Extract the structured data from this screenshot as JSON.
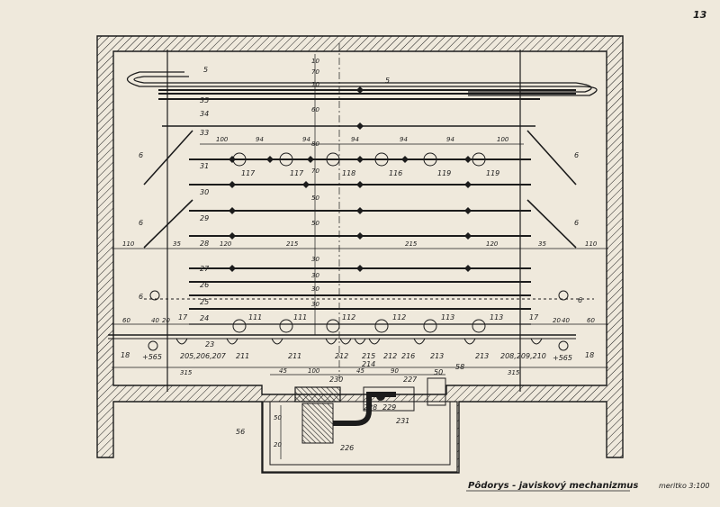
{
  "sheet": {
    "page_number": "13",
    "caption": "Pôdorys - javiskový mechanizmus",
    "scale": "meritko 3:100"
  },
  "colors": {
    "paper": "#efe9dc",
    "ink": "#1c1c1c"
  },
  "labels": {
    "l5": "5",
    "l35": "35",
    "l34": "34",
    "l33": "33",
    "l31": "31",
    "l30": "30",
    "l29": "29",
    "l28": "28",
    "l27": "27",
    "l26": "26",
    "l25": "25",
    "l24": "24",
    "l23": "23",
    "l17a": "17",
    "l17b": "17",
    "l6a": "6",
    "l6b": "6",
    "l6c": "6",
    "l6d": "6",
    "l6e": "6",
    "l6f": "6",
    "l18a": "18",
    "l18b": "18",
    "l565a": "+565",
    "l565b": "+565",
    "l56": "56",
    "l58": "58",
    "l50": "50",
    "l226": "226",
    "l227": "227",
    "l228": "228",
    "l229": "229",
    "l230": "230",
    "l231": "231",
    "l205": "205,206,207",
    "l208": "208,209,210",
    "l211a": "211",
    "l211b": "211",
    "l212a": "212",
    "l212b": "212",
    "l213a": "213",
    "l213b": "213",
    "l214": "214",
    "l215": "215",
    "l216": "216",
    "l117a": "117",
    "l117b": "117",
    "l118": "118",
    "l116": "116",
    "l119a": "119",
    "l119b": "119",
    "l111a": "111",
    "l111b": "111",
    "l112a": "112",
    "l112b": "112",
    "l113a": "113",
    "l113b": "113"
  },
  "dimensions": {
    "d100a": "100",
    "d94a": "94",
    "d94b": "94",
    "d94c": "94",
    "d94d": "94",
    "d94e": "94",
    "d100b": "100",
    "d110a": "110",
    "d35a": "35",
    "d120a": "120",
    "d215a": "215",
    "d215b": "215",
    "d120b": "120",
    "d35b": "35",
    "d110b": "110",
    "d60a": "60",
    "d40": "40",
    "d20a": "20",
    "d20b": "20",
    "d40b": "40",
    "d60b": "60",
    "d315a": "315",
    "d315b": "315",
    "d45a": "45",
    "d100c": "100",
    "d45b": "45",
    "d90": "90",
    "d50v": "50",
    "d20v": "20",
    "v10a": "10",
    "v70": "70",
    "v10b": "10",
    "v60": "60",
    "v80": "80",
    "v70b": "70",
    "v50a": "50",
    "v50b": "50",
    "v30a": "30",
    "v30b": "30",
    "v30c": "30",
    "v30d": "30"
  }
}
